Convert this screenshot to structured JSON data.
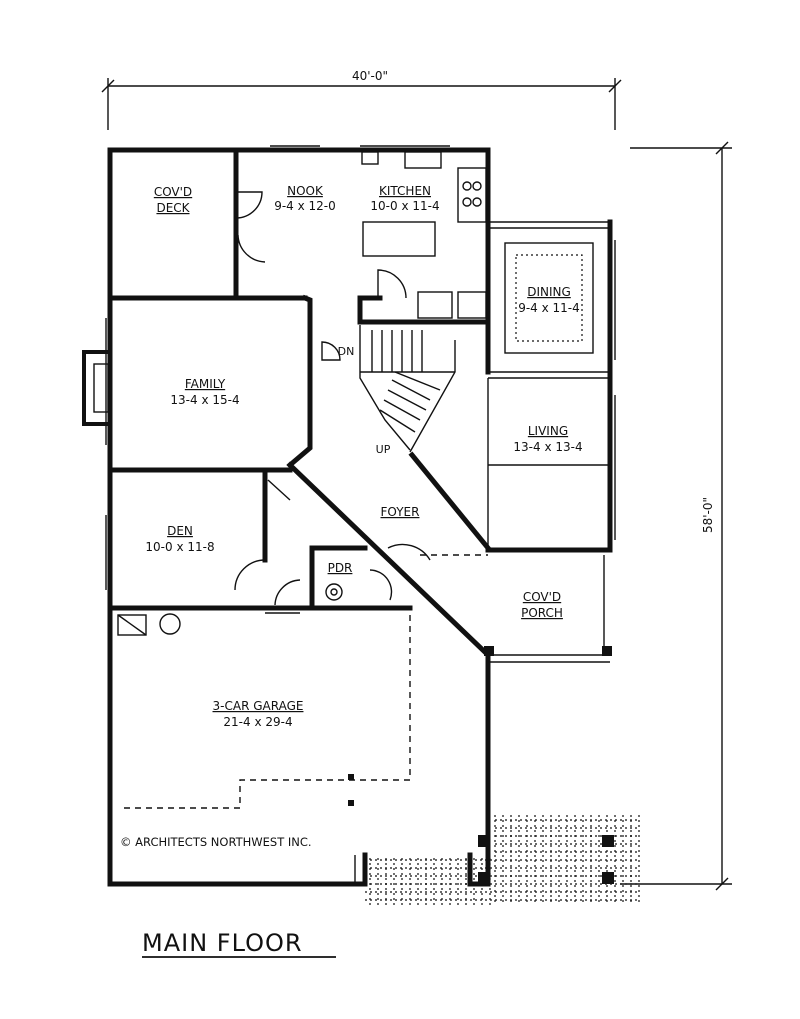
{
  "overall": {
    "width_dim": "40'-0\"",
    "depth_dim": "58'-0\""
  },
  "rooms": {
    "covered_deck": {
      "line1": "COV'D",
      "line2": "DECK"
    },
    "nook": {
      "name": "NOOK",
      "size": "9-4 x 12-0"
    },
    "kitchen": {
      "name": "KITCHEN",
      "size": "10-0 x 11-4"
    },
    "dining": {
      "name": "DINING",
      "size": "9-4 x 11-4"
    },
    "family": {
      "name": "FAMILY",
      "size": "13-4 x 15-4"
    },
    "living": {
      "name": "LIVING",
      "size": "13-4 x 13-4"
    },
    "den": {
      "name": "DEN",
      "size": "10-0 x 11-8"
    },
    "foyer": {
      "name": "FOYER"
    },
    "powder": {
      "name": "PDR"
    },
    "covered_porch": {
      "line1": "COV'D",
      "line2": "PORCH"
    },
    "garage": {
      "name": "3-CAR GARAGE",
      "size": "21-4 x 29-4"
    }
  },
  "stairs": {
    "down": "DN",
    "up": "UP"
  },
  "copyright": "© ARCHITECTS NORTHWEST INC.",
  "title": "MAIN FLOOR"
}
